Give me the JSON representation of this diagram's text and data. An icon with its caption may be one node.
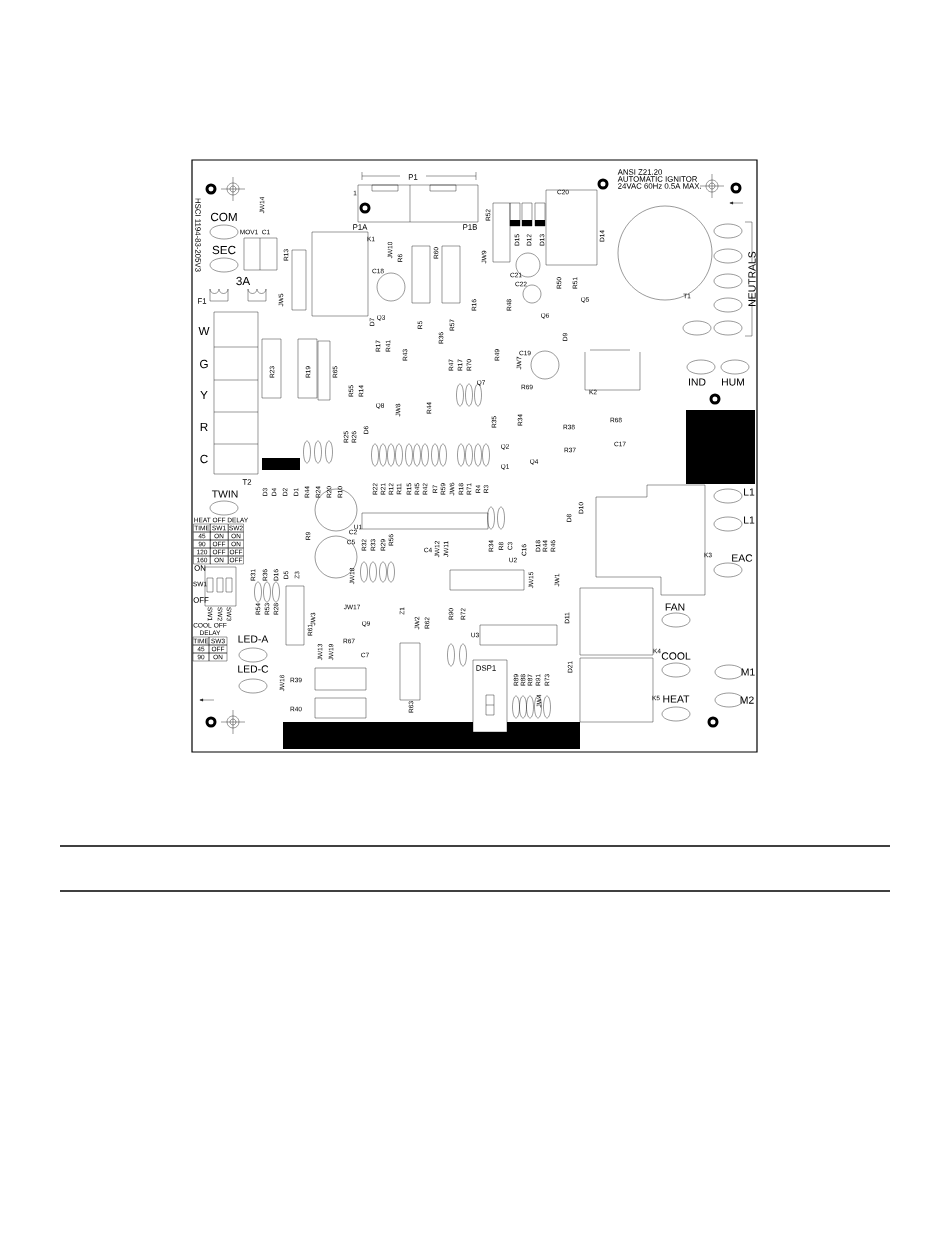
{
  "diagram": {
    "labels": [
      "HSCI 1194-83-205V3",
      "JW14",
      "COM",
      "SEC",
      "MOV1",
      "C1",
      "3A",
      "F1",
      "R13",
      "JW5",
      "K1",
      "1",
      "P1",
      "P1A",
      "P1B",
      "JW10",
      "C18",
      "R6",
      "R60",
      "JW9",
      "R52",
      "C20",
      "D15",
      "D12",
      "D13",
      "C21",
      "C22",
      "R50",
      "R51",
      "Q5",
      "Q6",
      "R16",
      "R48",
      "Q3",
      "D7",
      "R5",
      "R57",
      "R36",
      "ANSI Z21.20",
      "AUTOMATIC IGNITOR",
      "24VAC 60Hz 0.5A MAX.",
      "D14",
      "T1",
      "NEUTRALS",
      "W",
      "G",
      "Y",
      "R",
      "C",
      "R23",
      "R19",
      "R65",
      "R55",
      "R14",
      "R17",
      "R41",
      "R43",
      "Q8",
      "JW8",
      "R44",
      "R47",
      "R17",
      "R70",
      "Q7",
      "R49",
      "JW7",
      "C19",
      "D9",
      "R69",
      "K2",
      "IND",
      "HUM",
      "R35",
      "R34",
      "R38",
      "R37",
      "R68",
      "C17",
      "Q2",
      "Q1",
      "Q4",
      "R25",
      "R26",
      "D6",
      "T2",
      "D3",
      "D4",
      "D2",
      "D1",
      "R44",
      "R24",
      "R20",
      "R10",
      "R22",
      "R21",
      "R12",
      "R11",
      "R15",
      "R45",
      "R42",
      "R7",
      "R59",
      "JW6",
      "R18",
      "R71",
      "R4",
      "R3",
      "TWIN",
      "HEAT OFF DELAY",
      "TIME",
      "SW1",
      "SW2",
      "45",
      "ON",
      "ON",
      "90",
      "OFF",
      "ON",
      "120",
      "OFF",
      "OFF",
      "160",
      "ON",
      "OFF",
      "ON",
      "SW1",
      "OFF",
      "SW1",
      "SW2",
      "SW3",
      "COOL OFF DELAY",
      "TIME",
      "SW3",
      "45",
      "OFF",
      "90",
      "ON",
      "R31",
      "R36",
      "D16",
      "D5",
      "Z3",
      "R9",
      "C2",
      "C5",
      "U1",
      "R32",
      "R33",
      "R29",
      "R56",
      "R54",
      "R53",
      "R28",
      "JW18",
      "JW3",
      "R61",
      "JW13",
      "JW19",
      "JW17",
      "Q9",
      "R67",
      "C7",
      "LED-A",
      "LED-C",
      "JW16",
      "R39",
      "R40",
      "C4",
      "JW12",
      "JW11",
      "R34",
      "R8",
      "C3",
      "C16",
      "D18",
      "R44",
      "R46",
      "U2",
      "Z1",
      "JW2",
      "R62",
      "R90",
      "R72",
      "JW15",
      "D8",
      "D10",
      "JW1",
      "K3",
      "L1",
      "L1",
      "EAC",
      "D11",
      "FAN",
      "K4",
      "COOL",
      "M1",
      "U3",
      "DSP1",
      "R89",
      "R88",
      "R87",
      "R91",
      "R73",
      "D21",
      "R63",
      "JW4",
      "K5",
      "HEAT",
      "M2"
    ]
  }
}
